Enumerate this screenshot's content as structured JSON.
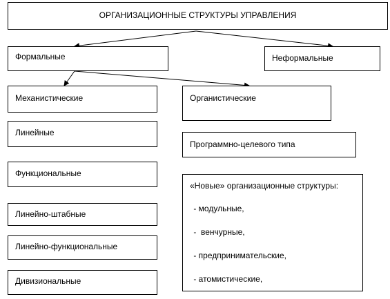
{
  "root": "ОРГАНИЗАЦИОННЫЕ СТРУКТУРЫ УПРАВЛЕНИЯ",
  "formal": "Формальные",
  "informal": "Неформальные",
  "mechanistic": {
    "label": "Механистические",
    "types": [
      "Линейные",
      "Функциональные",
      "Линейно-штабные",
      "Линейно-функциональные",
      "Дивизиональные"
    ]
  },
  "organic": {
    "label": "Органистические",
    "program": "Программно-целевого типа",
    "new_structures": {
      "heading": "«Новые» организационные структуры:",
      "items": [
        " - модульные,",
        " -  венчурные,",
        " - предпринимательские,",
        " - атомистические,"
      ]
    }
  }
}
